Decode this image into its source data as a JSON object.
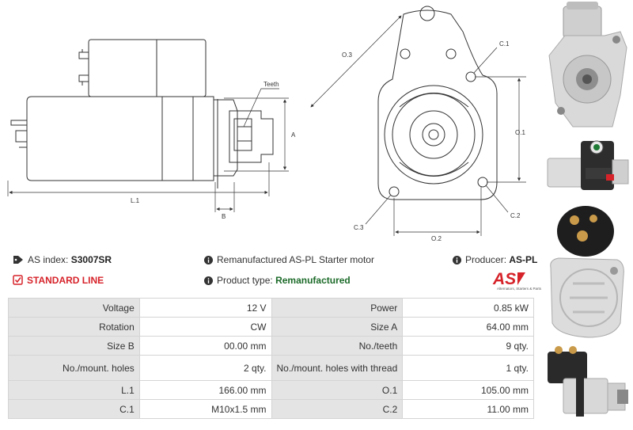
{
  "drawing_labels": {
    "teeth": "Teeth",
    "a": "A",
    "l1": "L.1",
    "b": "B",
    "o3": "O.3",
    "c1": "C.1",
    "o1": "O.1",
    "c2": "C.2",
    "c3": "C.3",
    "o2": "O.2"
  },
  "info": {
    "as_index_label": "AS index:",
    "as_index_value": "S3007SR",
    "line": "STANDARD LINE",
    "description": "Remanufactured AS-PL Starter motor",
    "product_type_label": "Product type:",
    "product_type_value": "Remanufactured",
    "producer_label": "Producer:",
    "producer_value": "AS-PL"
  },
  "logo": {
    "mark": "AS",
    "caption": "Alternators, Starters & Parts"
  },
  "specs": [
    {
      "label1": "Voltage",
      "value1": "12 V",
      "label2": "Power",
      "value2": "0.85 kW"
    },
    {
      "label1": "Rotation",
      "value1": "CW",
      "label2": "Size A",
      "value2": "64.00 mm"
    },
    {
      "label1": "Size B",
      "value1": "00.00 mm",
      "label2": "No./teeth",
      "value2": "9 qty."
    },
    {
      "label1": "No./mount. holes",
      "value1": "2 qty.",
      "label2": "No./mount. holes with thread",
      "value2": "1 qty."
    },
    {
      "label1": "L.1",
      "value1": "166.00 mm",
      "label2": "O.1",
      "value2": "105.00 mm"
    },
    {
      "label1": "C.1",
      "value1": "M10x1.5 mm",
      "label2": "C.2",
      "value2": "11.00 mm"
    }
  ],
  "colors": {
    "accent_red": "#d6232a",
    "accent_green": "#1d6b2a",
    "label_bg": "#e4e4e4"
  }
}
